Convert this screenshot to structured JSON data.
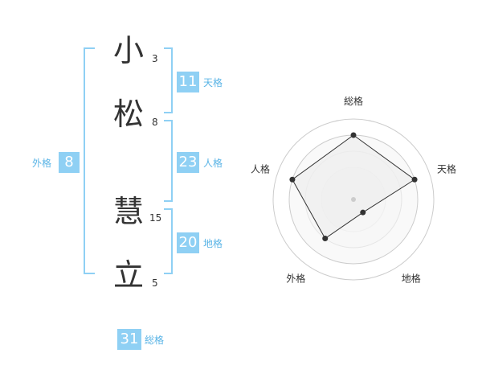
{
  "name": {
    "chars": [
      {
        "char": "小",
        "strokes": "3"
      },
      {
        "char": "松",
        "strokes": "8"
      },
      {
        "char": "慧",
        "strokes": "15"
      },
      {
        "char": "立",
        "strokes": "5"
      }
    ]
  },
  "kaku": {
    "tenkaku": {
      "value": "11",
      "label": "天格"
    },
    "jinkaku": {
      "value": "23",
      "label": "人格"
    },
    "chikaku": {
      "value": "20",
      "label": "地格"
    },
    "gaikaku": {
      "value": "8",
      "label": "外格"
    },
    "soukaku": {
      "value": "31",
      "label": "総格"
    }
  },
  "chart_data": {
    "type": "radar",
    "axes": [
      "総格",
      "天格",
      "地格",
      "外格",
      "人格"
    ],
    "values": [
      4,
      4,
      1,
      3,
      4
    ],
    "max": 5,
    "rings": 5,
    "colors": {
      "fill": "#eeeeee",
      "line": "#333333",
      "grid": "#cccccc",
      "point": "#333333"
    }
  }
}
